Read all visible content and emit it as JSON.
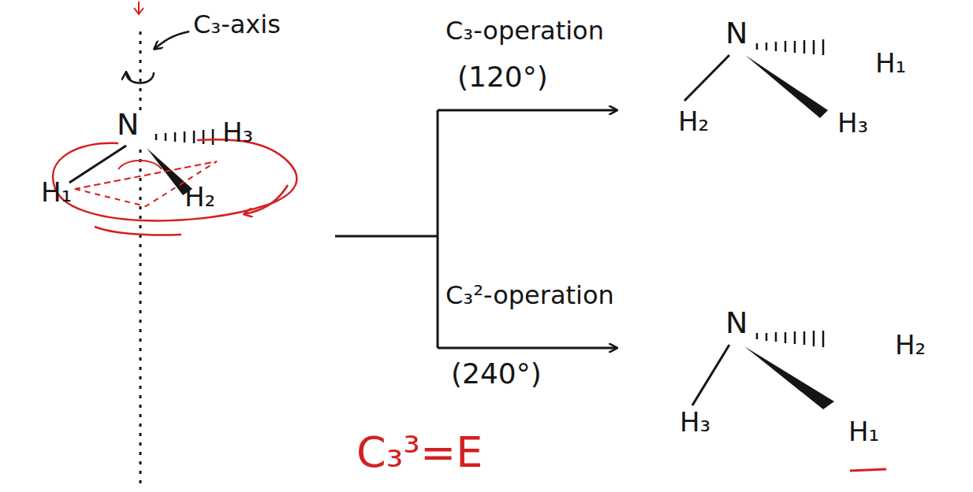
{
  "diagram": {
    "labels": [
      "C₃-axis",
      "N",
      "H₃",
      "H₁",
      "H₂",
      "C₃-operation",
      "(120°)",
      "N",
      "H₁",
      "H₂",
      "H₃",
      "C₃²-operation",
      "(240°)",
      "N",
      "H₂",
      "H₃",
      "H₁",
      "C₃³=E"
    ]
  }
}
